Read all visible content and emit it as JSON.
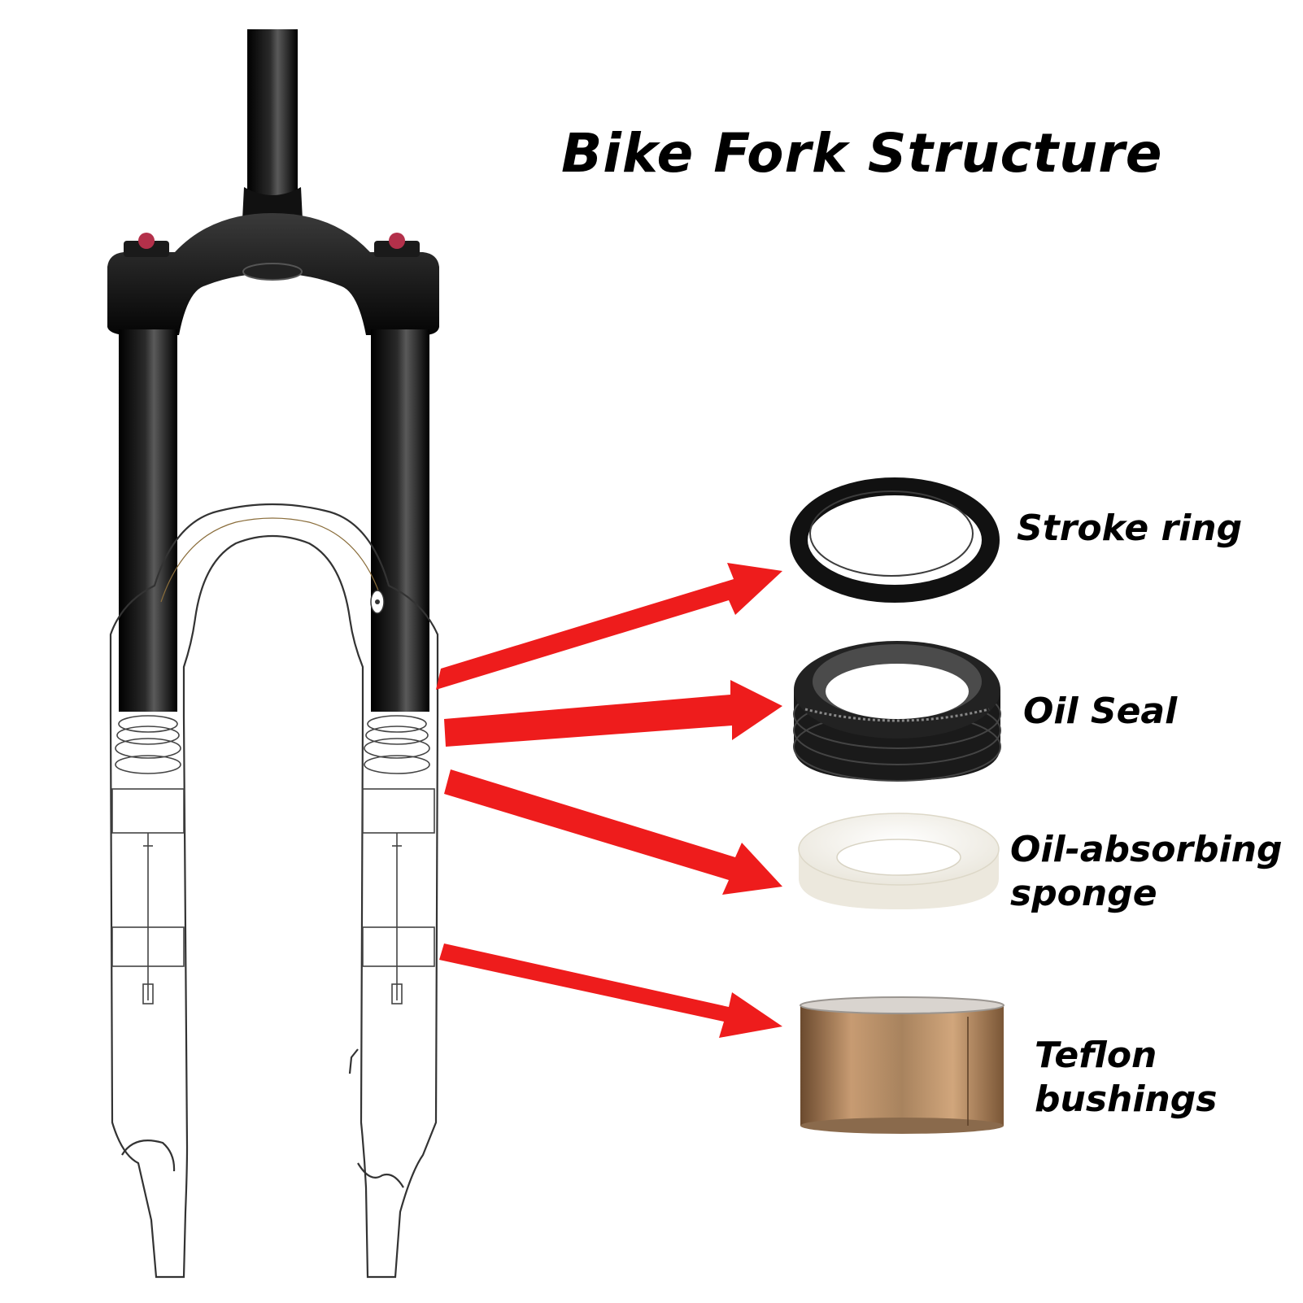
{
  "title": "Bike Fork Structure",
  "parts": [
    {
      "label_line1": "Stroke ring",
      "label_line2": "",
      "icon": "stroke-ring-icon"
    },
    {
      "label_line1": "Oil Seal",
      "label_line2": "",
      "icon": "oil-seal-icon"
    },
    {
      "label_line1": "Oil-absorbing",
      "label_line2": "sponge",
      "icon": "sponge-ring-icon"
    },
    {
      "label_line1": "Teflon",
      "label_line2": "bushings",
      "icon": "bushing-icon"
    }
  ],
  "colors": {
    "arrow": "#ee1c1c",
    "fork_black": "#0c0c0c",
    "outline": "#333333",
    "bushing": "#a8835e",
    "sponge": "#f3f1ea",
    "background": "#ffffff"
  }
}
